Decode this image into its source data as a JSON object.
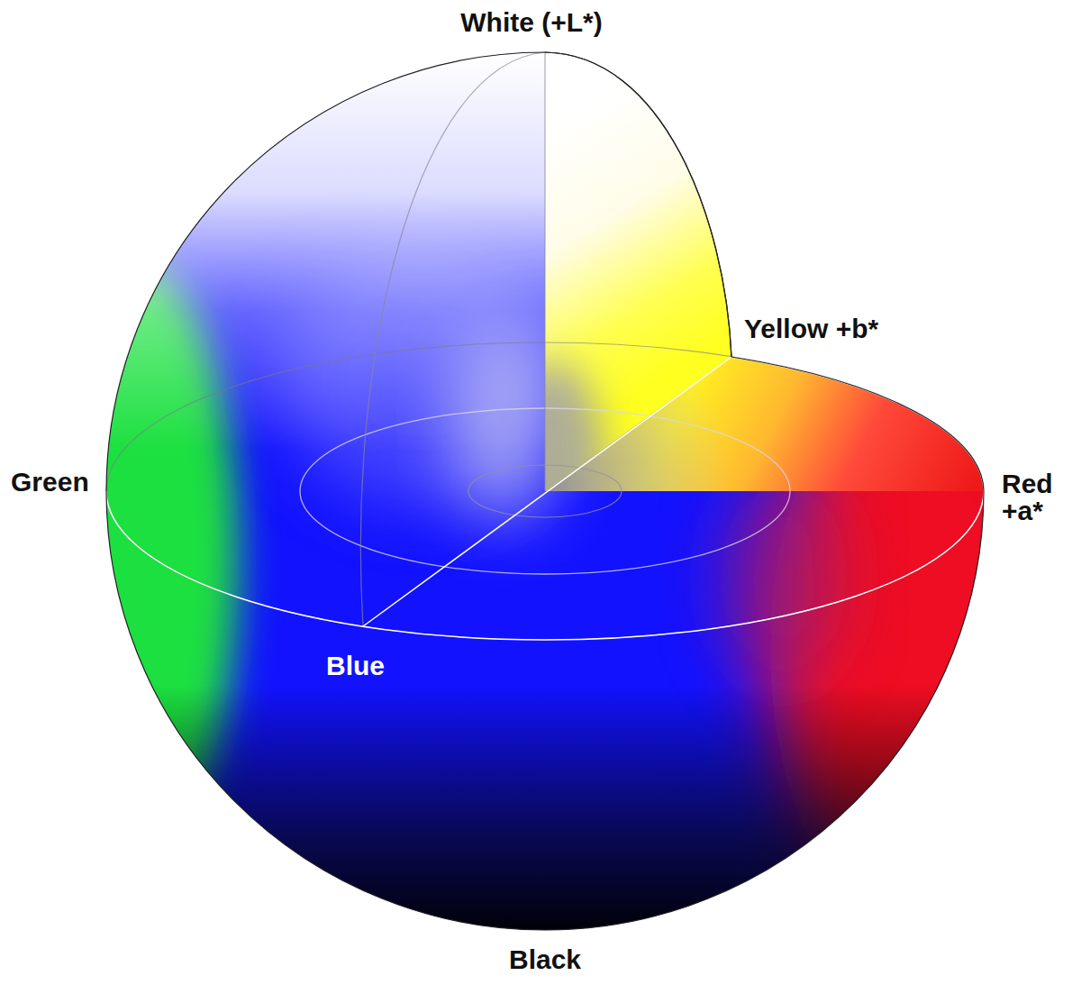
{
  "diagram": {
    "labels": [
      "White (+L*)",
      "Yellow +b*",
      "Green",
      "Red +a*",
      "Blue",
      "Black"
    ]
  }
}
